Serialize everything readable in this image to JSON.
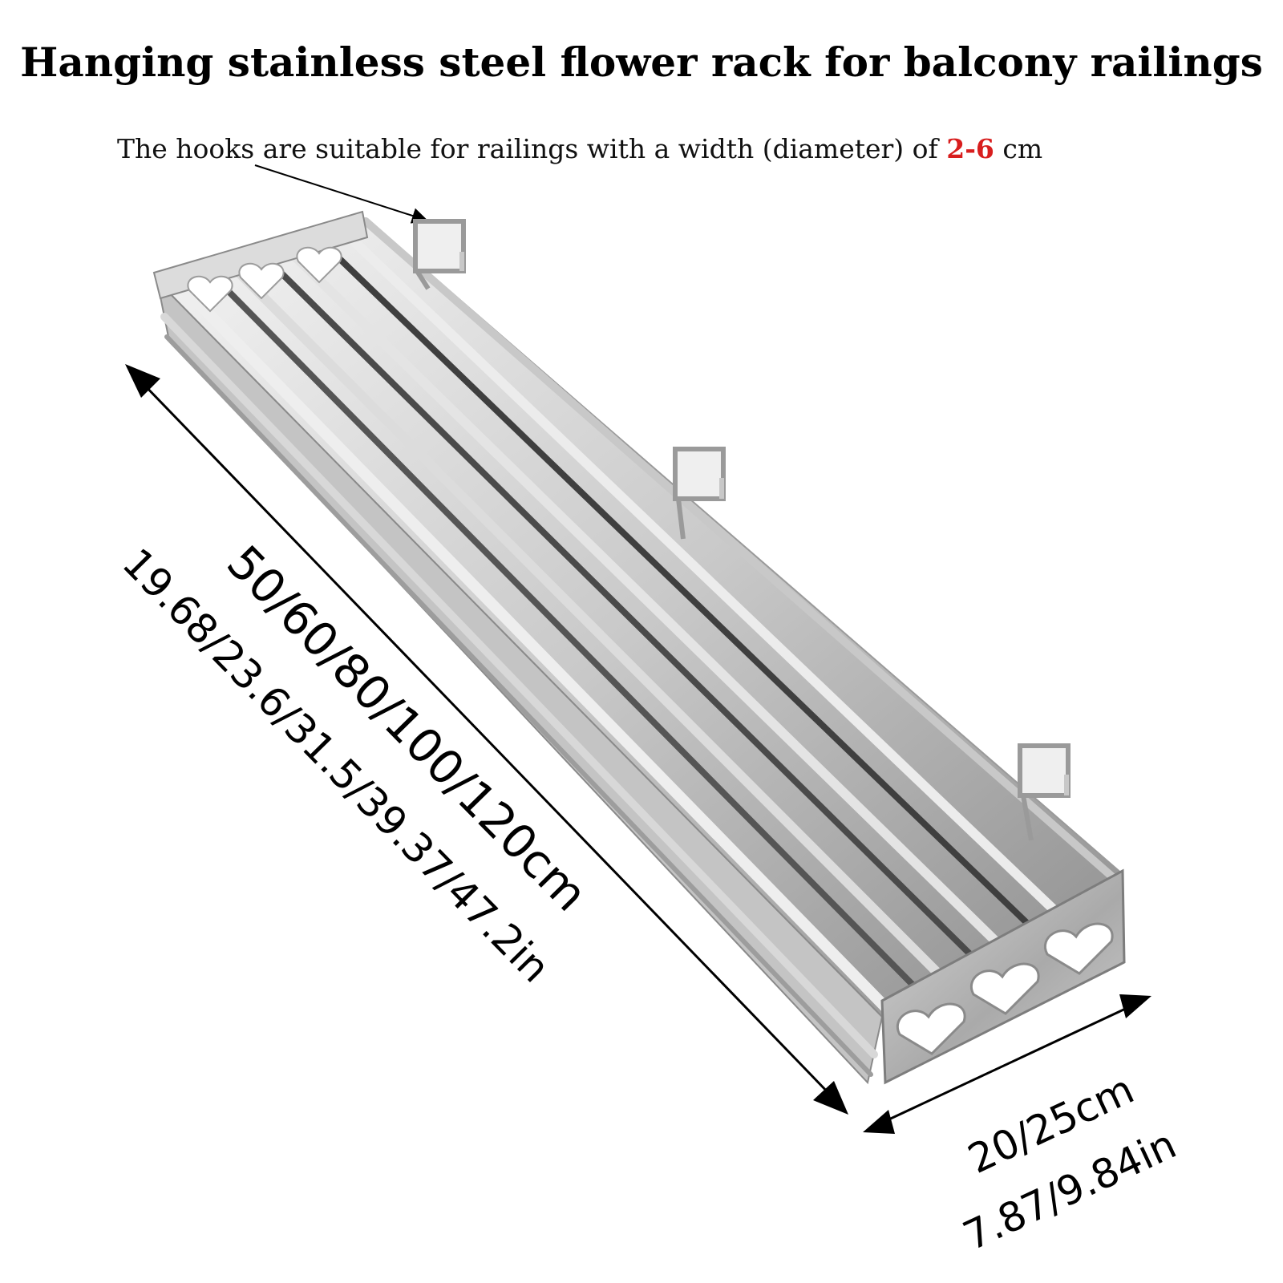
{
  "title": "Hanging stainless steel flower rack for balcony railings",
  "hook_note": {
    "prefix": "The hooks are suitable for railings with a width (diameter) of ",
    "range": "2-6",
    "suffix": " cm"
  },
  "dimensions": {
    "length_cm": "50/60/80/100/120cm",
    "length_in": "19.68/23.6/31.5/39.37/47.2in",
    "width_cm": "20/25cm",
    "width_in": "7.87/9.84in"
  },
  "colors": {
    "highlight": "#d81e1e",
    "steel_light": "#e6e6e6",
    "steel_mid": "#b9b9b9",
    "steel_dark": "#7a7a7a"
  }
}
